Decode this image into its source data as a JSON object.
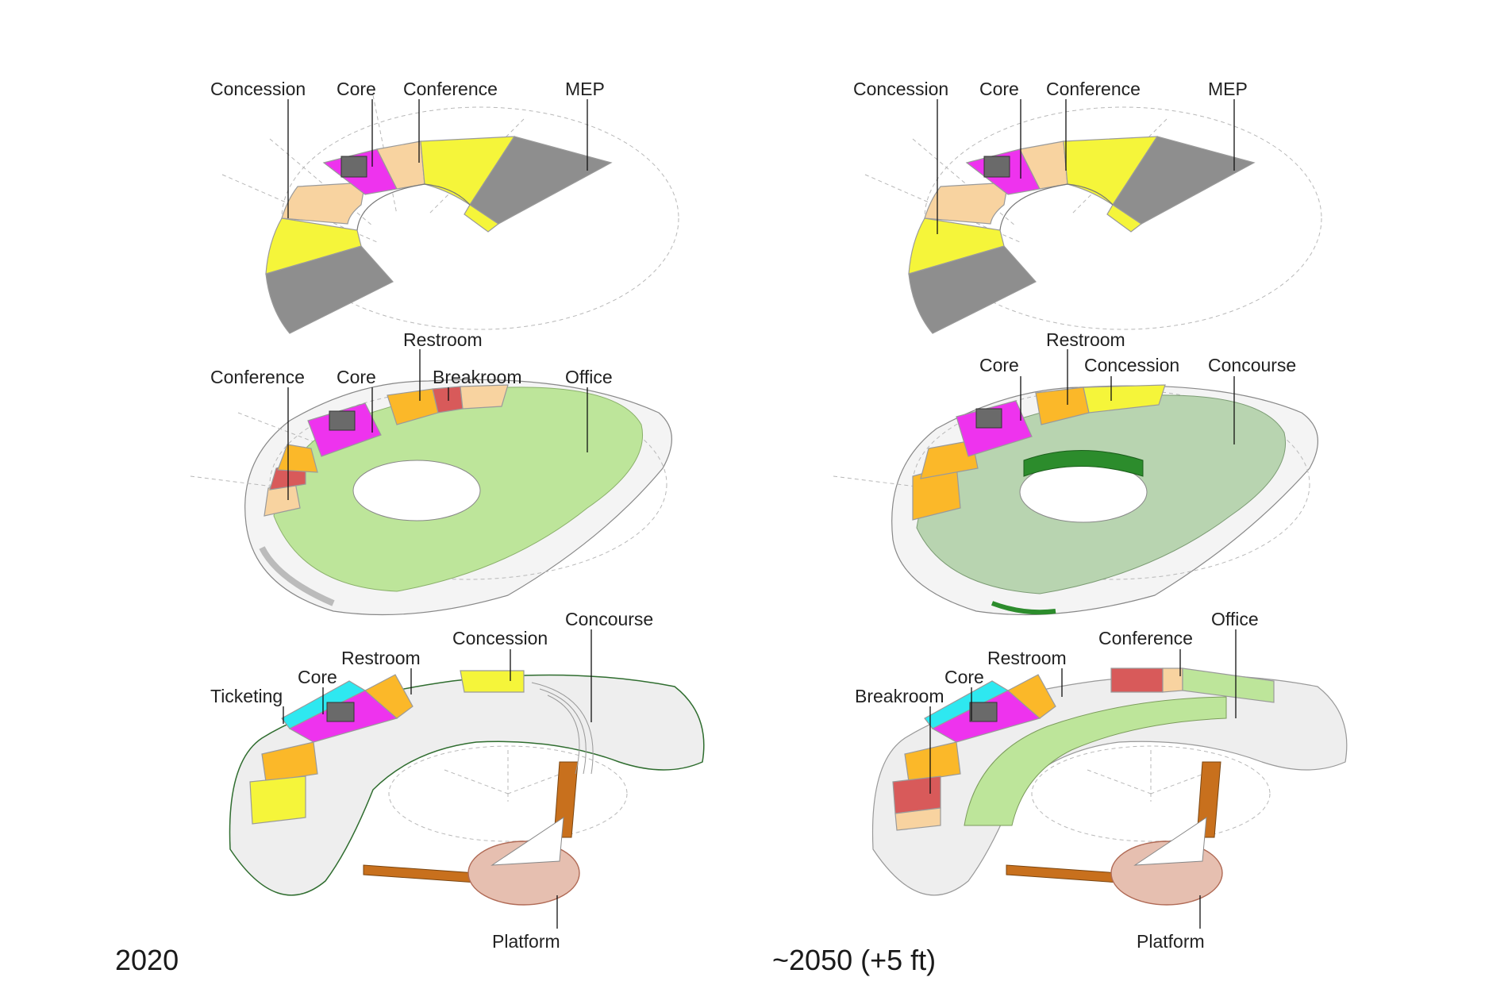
{
  "captions": {
    "left": "2020",
    "right": "~2050 (+5 ft)"
  },
  "labels": {
    "left_top": [
      "Concession",
      "Core",
      "Conference",
      "MEP"
    ],
    "left_mid": [
      "Restroom",
      "Conference",
      "Core",
      "Breakroom",
      "Office"
    ],
    "left_bot": [
      "Concession",
      "Concourse",
      "Restroom",
      "Core",
      "Ticketing",
      "Platform"
    ],
    "right_top": [
      "Concession",
      "Core",
      "Conference",
      "MEP"
    ],
    "right_mid": [
      "Restroom",
      "Core",
      "Concession",
      "Concourse"
    ],
    "right_bot": [
      "Office",
      "Conference",
      "Restroom",
      "Core",
      "Breakroom",
      "Platform"
    ]
  },
  "colors": {
    "concession": "#f5f53a",
    "core": "#ee33ee",
    "conference": "#f8d3a0",
    "mep": "#8e8e8e",
    "restroom": "#fbb829",
    "breakroom": "#d85a5a",
    "office": "#bde59a",
    "concourse_future": "#b8d4b0",
    "ticketing": "#2ee8f0",
    "platform": "#e6bfb0",
    "bridge": "#c8701d",
    "slab": "#f1f1f1"
  }
}
